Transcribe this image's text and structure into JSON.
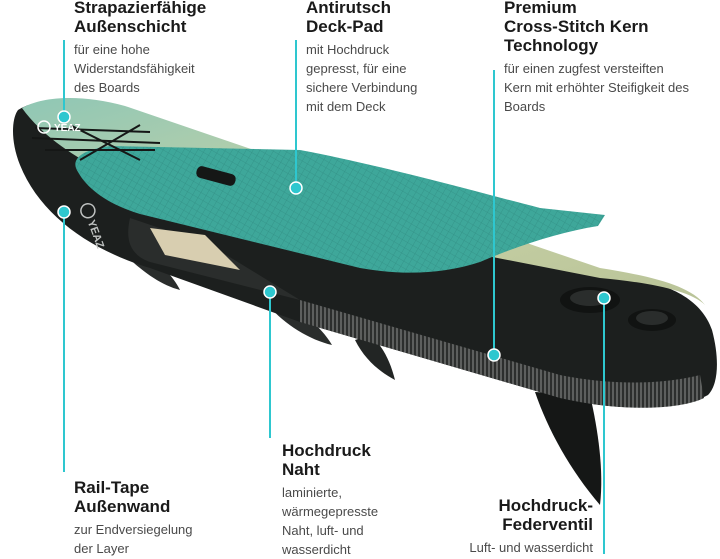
{
  "callouts": [
    {
      "title_lines": [
        "Strapazierfähige",
        "Außenschicht"
      ],
      "desc_lines": [
        "für eine hohe",
        "Widerstandsfähigkeit",
        "des Boards"
      ]
    },
    {
      "title_lines": [
        "Antirutsch",
        "Deck-Pad"
      ],
      "desc_lines": [
        "mit Hochdruck",
        "gepresst, für eine",
        "sichere Verbindung",
        "mit dem Deck"
      ]
    },
    {
      "title_lines": [
        "Premium",
        "Cross-Stitch Kern",
        "Technology"
      ],
      "desc_lines": [
        "für einen zugfest versteiften",
        "Kern mit erhöhter Steifigkeit des",
        "Boards"
      ]
    },
    {
      "title_lines": [
        "Rail-Tape",
        "Außenwand"
      ],
      "desc_lines": [
        "zur Endversiegelung",
        "der Layer"
      ]
    },
    {
      "title_lines": [
        "Hochdruck",
        "Naht"
      ],
      "desc_lines": [
        "laminierte,",
        "wärmegepresste",
        "Naht, luft- und",
        "wasserdicht"
      ]
    },
    {
      "title_lines": [
        "Hochdruck-",
        "Federventil"
      ],
      "desc_lines": [
        "Luft- und wasserdicht"
      ]
    }
  ],
  "logo_text": "YEAZ",
  "colors": {
    "accent": "#2ec7cf",
    "deck": "#3aa195",
    "board": "#1c1f1e"
  }
}
